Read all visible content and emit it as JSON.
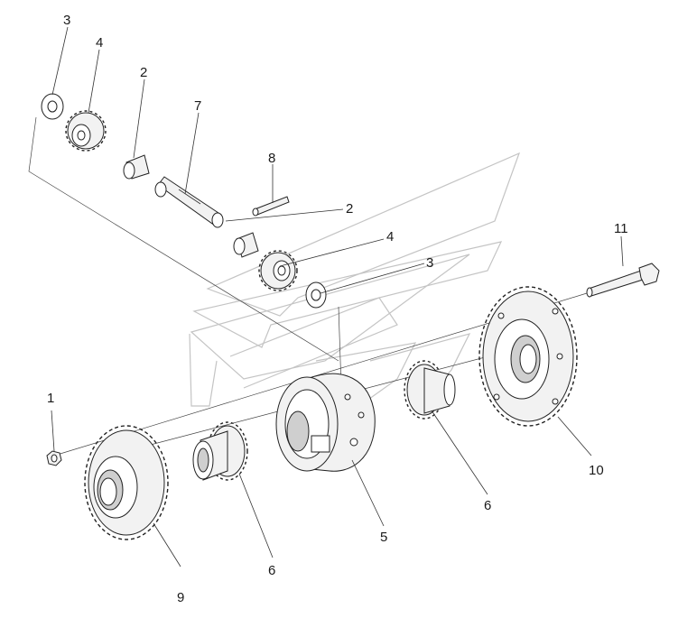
{
  "callouts": {
    "c1": "1",
    "c2a": "2",
    "c2b": "2",
    "c3a": "3",
    "c3b": "3",
    "c4a": "4",
    "c4b": "4",
    "c5": "5",
    "c6a": "6",
    "c6b": "6",
    "c7": "7",
    "c8": "8",
    "c9": "9",
    "c10": "10",
    "c11": "11"
  },
  "colors": {
    "line": "#222222",
    "watermark": "#c4c4c4",
    "background": "#ffffff"
  }
}
